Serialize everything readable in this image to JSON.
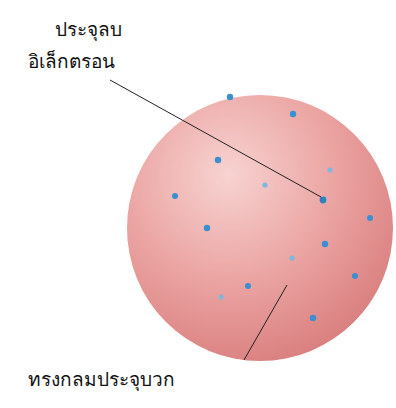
{
  "diagram": {
    "labels": [
      "ประจุลบ",
      "อิเล็กตรอน",
      "ทรงกลมประจุบวก"
    ]
  }
}
